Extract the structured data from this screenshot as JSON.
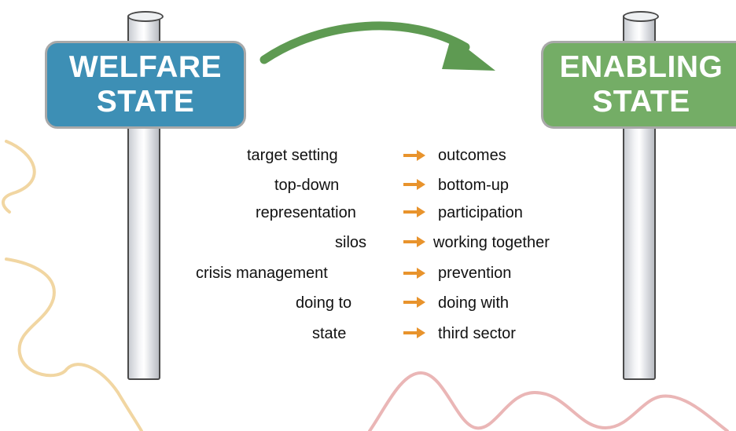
{
  "signs": {
    "left": {
      "line1": "WELFARE",
      "line2": "STATE"
    },
    "right": {
      "line1": "ENABLING",
      "line2": "STATE"
    }
  },
  "shifts": [
    {
      "from": "target setting",
      "to": "outcomes"
    },
    {
      "from": "top-down",
      "to": "bottom-up"
    },
    {
      "from": "representation",
      "to": "participation"
    },
    {
      "from": "silos",
      "to": "working together"
    },
    {
      "from": "crisis management",
      "to": "prevention"
    },
    {
      "from": "doing to",
      "to": "doing with"
    },
    {
      "from": "state",
      "to": "third sector"
    }
  ],
  "colors": {
    "welfare_sign": "#3d8fb5",
    "enabling_sign": "#74ad66",
    "transition_arrow": "#5e9a52",
    "row_arrow": "#e8932c",
    "squiggle_yellow": "#f1d6a2",
    "squiggle_pink": "#eab6b6"
  },
  "icons": {
    "transition": "curved-arrow-icon",
    "row": "right-arrow-icon"
  }
}
